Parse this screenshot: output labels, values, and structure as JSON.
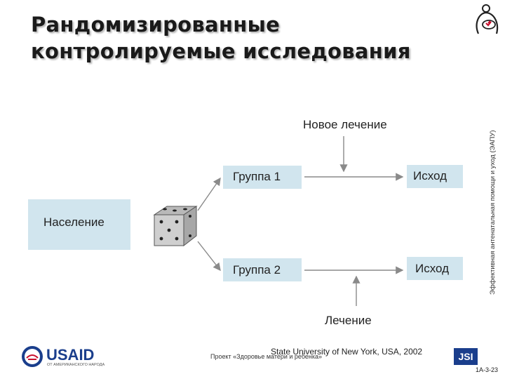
{
  "slide": {
    "title_line1": "Рандомизированные",
    "title_line2": "контролируемые исследования",
    "side_label": "Эффективная антенатальная помощи и уход (ЭАПУ)",
    "page_number": "1A-3-23"
  },
  "diagram": {
    "population": "Население",
    "group1": "Группа 1",
    "group2": "Группа 2",
    "outcome1": "Исход",
    "outcome2": "Исход",
    "new_treatment": "Новое лечение",
    "treatment": "Лечение"
  },
  "footer": {
    "usaid_logo_text": "USAID",
    "usaid_sub": "ОТ АМЕРИКАНСКОГО НАРОДА",
    "project": "Проект «Здоровье матери и ребенка»",
    "university": "State University of New York, USA, 2002",
    "jsi_logo": "JSI"
  },
  "colors": {
    "box_fill": "#d1e5ee",
    "arrow": "#8a8a8a",
    "logo_accent": "#c8102e",
    "usaid_blue": "#1a3e8c"
  }
}
